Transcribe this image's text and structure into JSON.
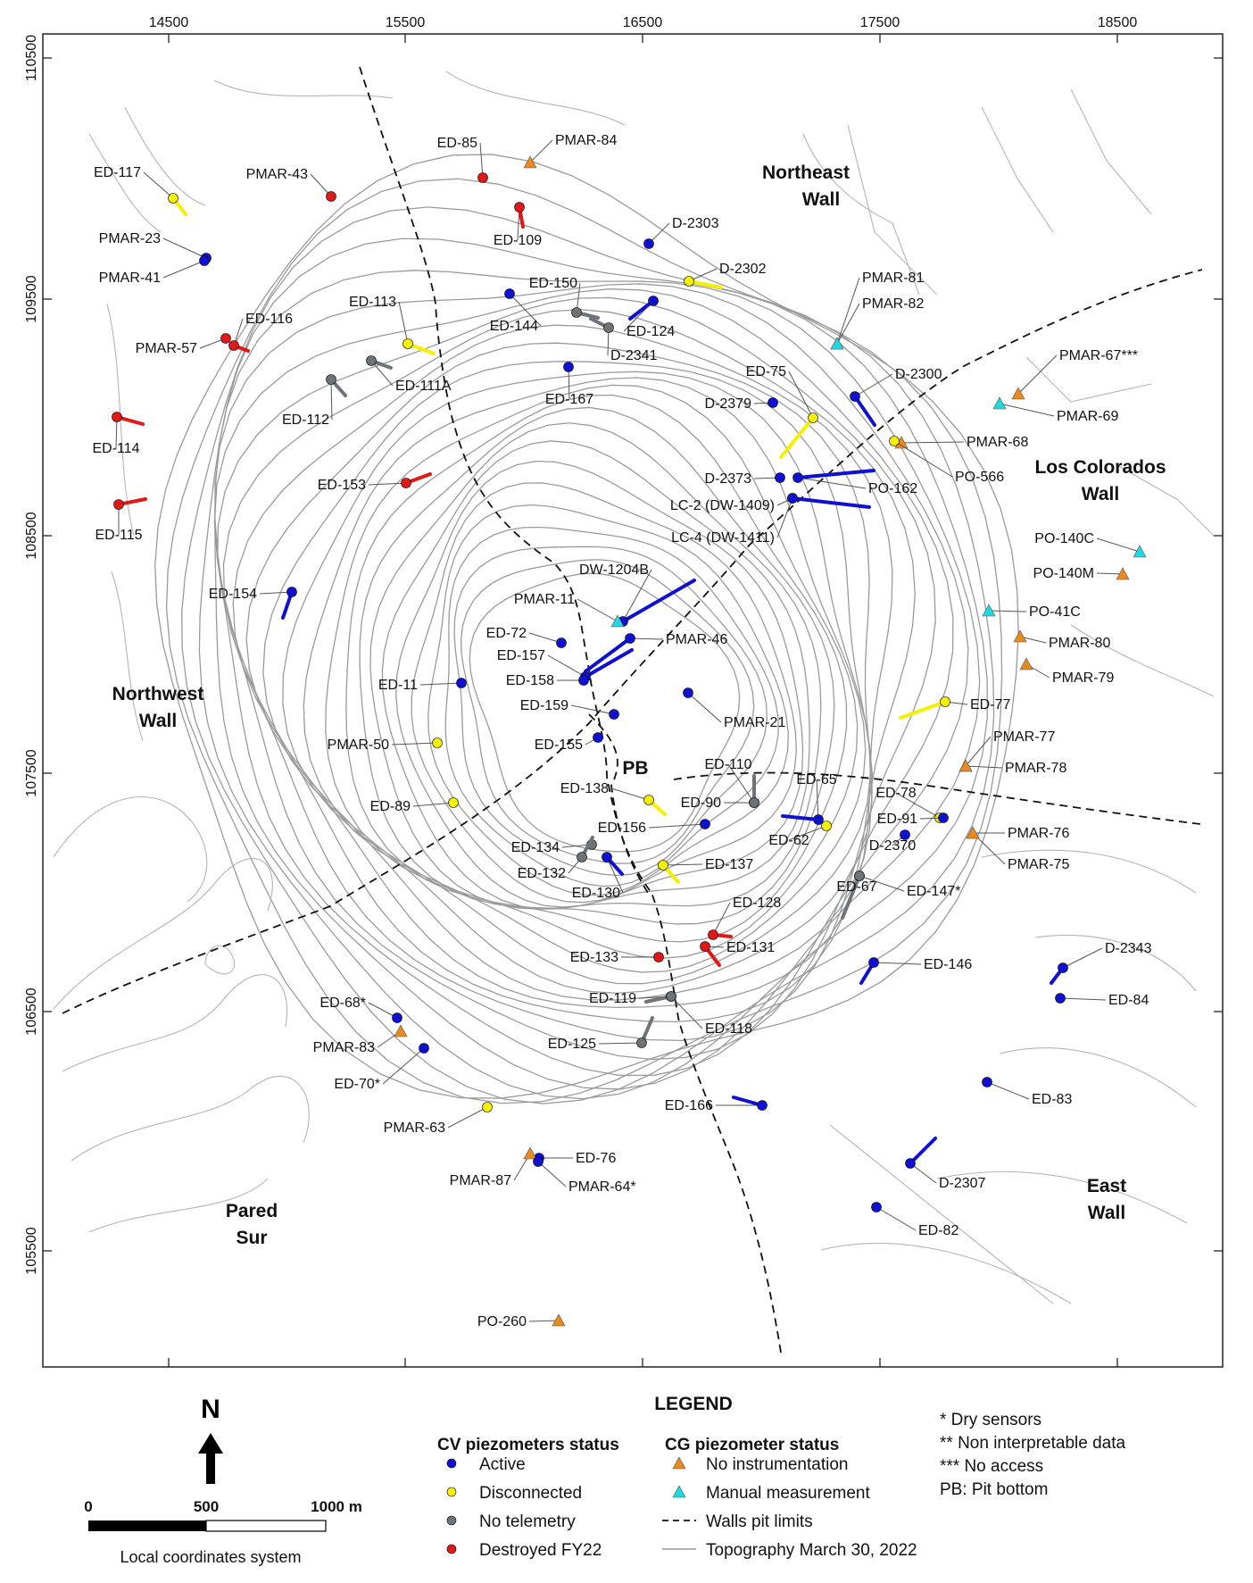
{
  "colors": {
    "active": "#1010d0",
    "disconnected": "#f5f000",
    "no_telemetry": "#6e7377",
    "destroyed": "#e01818",
    "no_instrumentation": "#e88a20",
    "manual_measurement": "#20d8e0",
    "topography": "#9a9a9a"
  },
  "axes": {
    "x_ticks": [
      "14500",
      "15500",
      "16500",
      "17500",
      "18500"
    ],
    "y_ticks": [
      "110500",
      "109500",
      "108500",
      "107500",
      "106500",
      "105500"
    ]
  },
  "regions": {
    "northeast": [
      "Northeast",
      "Wall"
    ],
    "los_colorados": [
      "Los Colorados",
      "Wall"
    ],
    "northwest": [
      "Northwest",
      "Wall"
    ],
    "east": [
      "East",
      "Wall"
    ],
    "pared_sur": [
      "Pared",
      "Sur"
    ],
    "pb": "PB"
  },
  "sensors": [
    {
      "id": "ED-117",
      "status": "disconnected"
    },
    {
      "id": "PMAR-43",
      "status": "destroyed"
    },
    {
      "id": "ED-85",
      "status": "destroyed"
    },
    {
      "id": "PMAR-84",
      "status": "no_instrumentation"
    },
    {
      "id": "ED-109",
      "status": "destroyed"
    },
    {
      "id": "D-2303",
      "status": "active"
    },
    {
      "id": "PMAR-23",
      "status": "active"
    },
    {
      "id": "PMAR-41",
      "status": "active"
    },
    {
      "id": "D-2302",
      "status": "disconnected"
    },
    {
      "id": "ED-150",
      "status": "no_telemetry"
    },
    {
      "id": "ED-144",
      "status": "active"
    },
    {
      "id": "ED-124",
      "status": "active"
    },
    {
      "id": "D-2341",
      "status": "no_telemetry"
    },
    {
      "id": "ED-113",
      "status": "disconnected"
    },
    {
      "id": "ED-116",
      "status": "destroyed"
    },
    {
      "id": "PMAR-57",
      "status": "destroyed"
    },
    {
      "id": "ED-111A",
      "status": "no_telemetry"
    },
    {
      "id": "ED-112",
      "status": "no_telemetry"
    },
    {
      "id": "ED-167",
      "status": "active"
    },
    {
      "id": "PMAR-81",
      "status": "manual_measurement"
    },
    {
      "id": "PMAR-82",
      "status": "manual_measurement"
    },
    {
      "id": "ED-75",
      "status": "disconnected"
    },
    {
      "id": "D-2300",
      "status": "active"
    },
    {
      "id": "PMAR-67***",
      "status": "no_instrumentation"
    },
    {
      "id": "PMAR-69",
      "status": "manual_measurement"
    },
    {
      "id": "D-2379",
      "status": "active"
    },
    {
      "id": "ED-114",
      "status": "destroyed"
    },
    {
      "id": "PMAR-68",
      "status": "no_instrumentation"
    },
    {
      "id": "PO-566",
      "status": "disconnected"
    },
    {
      "id": "ED-153",
      "status": "destroyed"
    },
    {
      "id": "D-2373",
      "status": "active"
    },
    {
      "id": "PO-162",
      "status": "active"
    },
    {
      "id": "LC-2 (DW-1409)",
      "status": "active"
    },
    {
      "id": "ED-115",
      "status": "destroyed"
    },
    {
      "id": "LC-4 (DW-1411)",
      "status": "active"
    },
    {
      "id": "PO-140C",
      "status": "manual_measurement"
    },
    {
      "id": "DW-1204B",
      "status": "active"
    },
    {
      "id": "PO-140M",
      "status": "no_instrumentation"
    },
    {
      "id": "ED-154",
      "status": "active"
    },
    {
      "id": "PMAR-11",
      "status": "manual_measurement"
    },
    {
      "id": "PO-41C",
      "status": "manual_measurement"
    },
    {
      "id": "ED-72",
      "status": "active"
    },
    {
      "id": "PMAR-46",
      "status": "active"
    },
    {
      "id": "PMAR-80",
      "status": "no_instrumentation"
    },
    {
      "id": "ED-157",
      "status": "active"
    },
    {
      "id": "ED-158",
      "status": "active"
    },
    {
      "id": "PMAR-79",
      "status": "no_instrumentation"
    },
    {
      "id": "ED-11",
      "status": "active"
    },
    {
      "id": "ED-159",
      "status": "active"
    },
    {
      "id": "PMAR-21",
      "status": "active"
    },
    {
      "id": "ED-77",
      "status": "disconnected"
    },
    {
      "id": "PMAR-50",
      "status": "disconnected"
    },
    {
      "id": "ED-155",
      "status": "active"
    },
    {
      "id": "PMAR-77",
      "status": "no_instrumentation"
    },
    {
      "id": "PMAR-78",
      "status": "no_instrumentation"
    },
    {
      "id": "ED-110",
      "status": "no_telemetry"
    },
    {
      "id": "ED-65",
      "status": "active"
    },
    {
      "id": "ED-138",
      "status": "disconnected"
    },
    {
      "id": "ED-78",
      "status": "disconnected"
    },
    {
      "id": "ED-89",
      "status": "disconnected"
    },
    {
      "id": "ED-90",
      "status": "no_telemetry"
    },
    {
      "id": "ED-91",
      "status": "active"
    },
    {
      "id": "ED-156",
      "status": "active"
    },
    {
      "id": "ED-62",
      "status": "disconnected"
    },
    {
      "id": "PMAR-76",
      "status": "no_instrumentation"
    },
    {
      "id": "ED-134",
      "status": "no_telemetry"
    },
    {
      "id": "D-2370",
      "status": "active"
    },
    {
      "id": "ED-132",
      "status": "no_telemetry"
    },
    {
      "id": "ED-137",
      "status": "disconnected"
    },
    {
      "id": "ED-67",
      "status": "no_telemetry"
    },
    {
      "id": "PMAR-75",
      "status": "no_instrumentation"
    },
    {
      "id": "ED-130",
      "status": "active"
    },
    {
      "id": "ED-147*",
      "status": "no_telemetry"
    },
    {
      "id": "ED-128",
      "status": "destroyed"
    },
    {
      "id": "ED-131",
      "status": "destroyed"
    },
    {
      "id": "ED-133",
      "status": "destroyed"
    },
    {
      "id": "D-2343",
      "status": "active"
    },
    {
      "id": "ED-146",
      "status": "active"
    },
    {
      "id": "ED-119",
      "status": "no_telemetry"
    },
    {
      "id": "ED-68*",
      "status": "active"
    },
    {
      "id": "ED-84",
      "status": "active"
    },
    {
      "id": "ED-118",
      "status": "no_telemetry"
    },
    {
      "id": "ED-125",
      "status": "no_telemetry"
    },
    {
      "id": "PMAR-83",
      "status": "no_instrumentation"
    },
    {
      "id": "ED-70*",
      "status": "active"
    },
    {
      "id": "ED-83",
      "status": "active"
    },
    {
      "id": "ED-166",
      "status": "active"
    },
    {
      "id": "PMAR-63",
      "status": "disconnected"
    },
    {
      "id": "ED-76",
      "status": "active"
    },
    {
      "id": "D-2307",
      "status": "active"
    },
    {
      "id": "PMAR-87",
      "status": "no_instrumentation"
    },
    {
      "id": "PMAR-64*",
      "status": "active"
    },
    {
      "id": "ED-82",
      "status": "active"
    },
    {
      "id": "PO-260",
      "status": "no_instrumentation"
    }
  ],
  "legend": {
    "title": "LEGEND",
    "cv_header": "CV piezometers status",
    "cg_header": "CG piezometer status",
    "cv_items": [
      "Active",
      "Disconnected",
      "No telemetry",
      "Destroyed FY22"
    ],
    "cg_items": [
      "No instrumentation",
      "Manual measurement",
      "Walls pit limits",
      "Topography March 30, 2022"
    ],
    "notes": [
      "* Dry sensors",
      "** Non interpretable data",
      "*** No access",
      "PB: Pit bottom"
    ]
  },
  "north_arrow": "N",
  "scale_bar": {
    "labels": [
      "0",
      "500",
      "1000 m"
    ],
    "caption": "Local coordinates system"
  }
}
